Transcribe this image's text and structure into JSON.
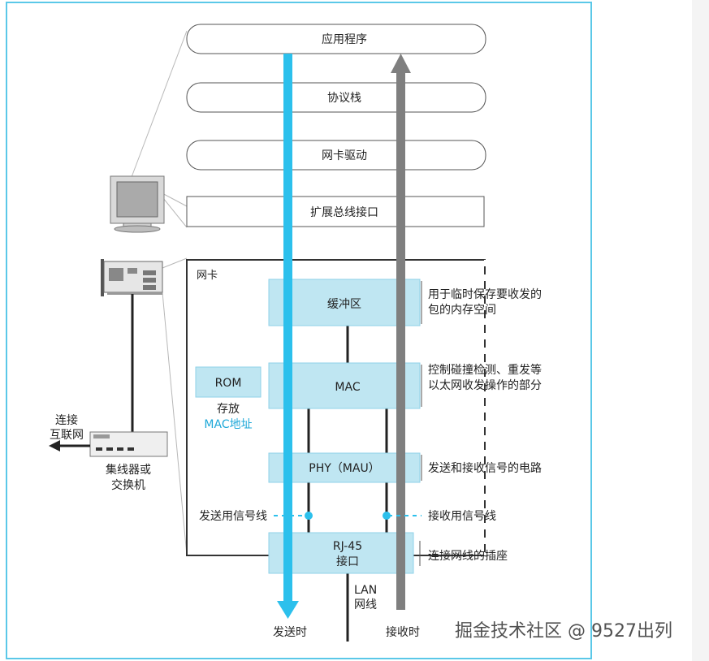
{
  "layers": {
    "app": "应用程序",
    "protocol_stack": "协议栈",
    "nic_driver": "网卡驱动",
    "bus_interface": "扩展总线接口"
  },
  "nic": {
    "title": "网卡",
    "buffer": "缓冲区",
    "mac": "MAC",
    "phy": "PHY（MAU）",
    "rj45_line1": "RJ-45",
    "rj45_line2": "接口",
    "rom": "ROM",
    "rom_note_line1": "存放",
    "rom_note_line2": "MAC地址"
  },
  "notes": {
    "buffer_line1": "用于临时保存要收发的",
    "buffer_line2": "包的内存空间",
    "mac_line1": "控制碰撞检测、重发等",
    "mac_line2": "以太网收发操作的部分",
    "phy": "发送和接收信号的电路",
    "rj45": "连接网线的插座",
    "send_signal": "发送用信号线",
    "recv_signal": "接收用信号线"
  },
  "lan_line1": "LAN",
  "lan_line2": "网线",
  "send_label": "发送时",
  "recv_label": "接收时",
  "hub_line1": "集线器或",
  "hub_line2": "交换机",
  "internet_line1": "连接",
  "internet_line2": "互联网",
  "watermark": "掘金技术社区 @ 9527出列",
  "colors": {
    "frame": "#5bc8e8",
    "box_fill": "#bfe6f2",
    "box_stroke": "#8fd2e8",
    "send_arrow": "#2cc0ec",
    "recv_arrow": "#7f7f7f",
    "accent_text": "#1ea8d8"
  }
}
